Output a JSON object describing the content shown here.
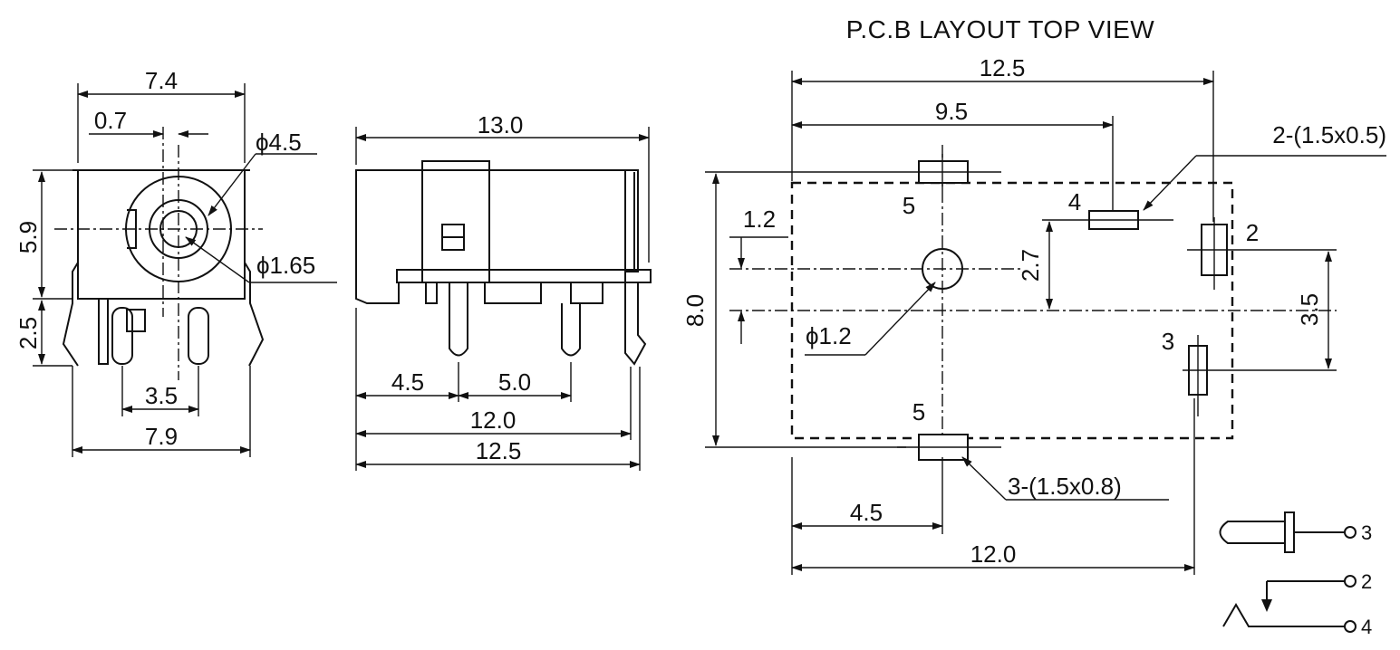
{
  "title": "P.C.B LAYOUT  TOP VIEW",
  "front_view": {
    "width_top": "7.4",
    "offset": "0.7",
    "outer_dia": "ϕ4.5",
    "inner_dia": "ϕ1.65",
    "height": "5.9",
    "pin_len": "2.5",
    "pin_pitch": "3.5",
    "width_bottom": "7.9"
  },
  "side_view": {
    "length_top": "13.0",
    "pin_a": "4.5",
    "pin_b": "5.0",
    "len_inner": "12.0",
    "len_outer": "12.5"
  },
  "pcb_view": {
    "width_top": "12.5",
    "pin4_x": "9.5",
    "pad_small": "2-(1.5x0.5)",
    "pad_large": "3-(1.5x0.8)",
    "hole_offset": "1.2",
    "hole_dia": "ϕ1.2",
    "height": "8.0",
    "pin4_y": "2.7",
    "pin_sep": "3.5",
    "pin5_x": "4.5",
    "width_bottom": "12.0",
    "pin_labels": {
      "p5_top": "5",
      "p5_bottom": "5",
      "p4": "4",
      "p2": "2",
      "p3": "3"
    }
  },
  "schematic": {
    "pin3": "3",
    "pin2": "2",
    "pin4": "4"
  }
}
